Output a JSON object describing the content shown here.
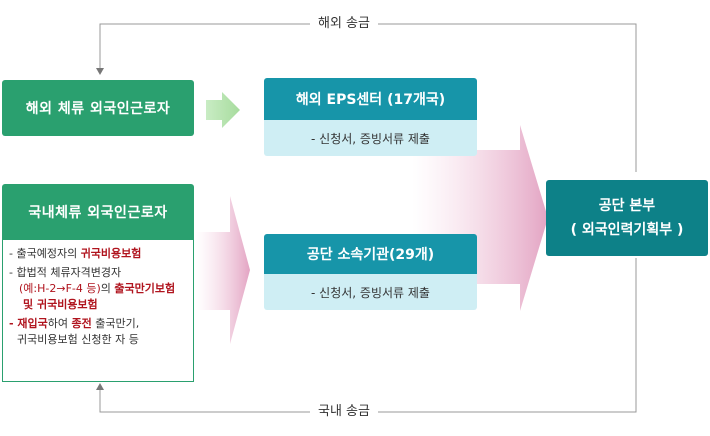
{
  "top_loop": {
    "label": "해외 송금"
  },
  "bottom_loop": {
    "label": "국내 송금"
  },
  "overseas_worker": {
    "title": "해외 체류 외국인근로자"
  },
  "domestic_worker": {
    "title": "국내체류 외국인근로자",
    "items": [
      {
        "prefix": "- 출국예정자의 ",
        "highlight": "귀국비용보험",
        "suffix": ""
      },
      {
        "line1": "- 합법적 체류자격변경자",
        "line2_red": "(예:H-2→F-4 등)",
        "line2_mid": "의 ",
        "line2_hl": "출국만기보험",
        "line3_hl": "및 귀국비용보험"
      },
      {
        "hl1": "- 재입국",
        "mid1": "하여 ",
        "hl2": "종전",
        "suffix1": " 출국만기,",
        "line2": "귀국비용보험 신청한 자 등"
      }
    ]
  },
  "eps_center": {
    "title": "해외 EPS센터 (17개국)",
    "desc": "- 신청서, 증빙서류 제출"
  },
  "branch": {
    "title": "공단 소속기관(29개)",
    "desc": "- 신청서, 증빙서류 제출"
  },
  "hq": {
    "line1": "공단 본부",
    "line2": "( 외국인력기획부 )"
  },
  "colors": {
    "green": "#2aa06f",
    "teal": "#1795a9",
    "light_teal": "#cfeef4",
    "dark_teal": "#0d8188",
    "pink": "#e7a9c6",
    "red_text": "#b0141e"
  }
}
